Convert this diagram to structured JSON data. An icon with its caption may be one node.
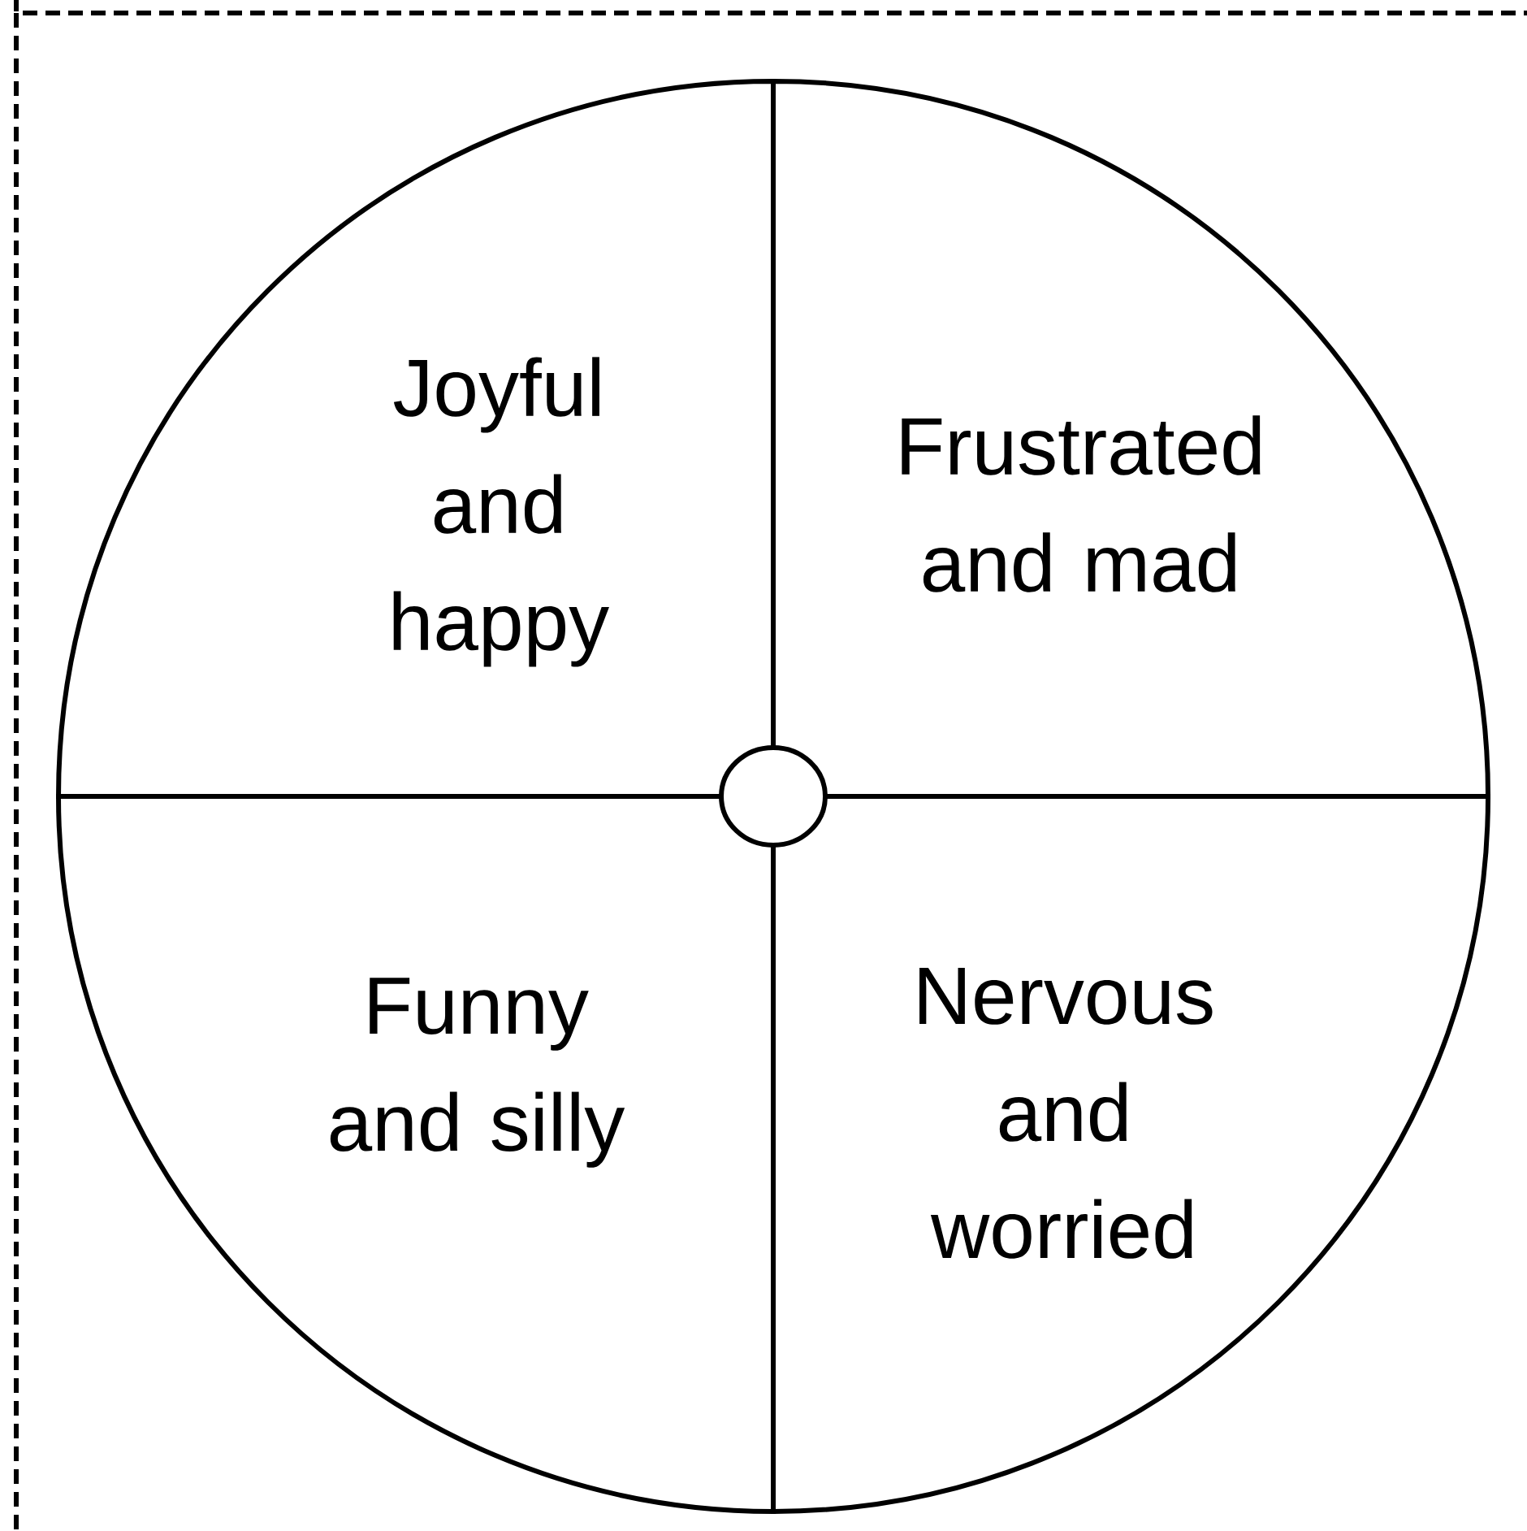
{
  "diagram": {
    "nodes": [
      {
        "text": [
          "Joyful and happy"
        ]
      },
      {
        "text": [
          "Frustrated and mad"
        ]
      },
      {
        "text": [
          "Funny and silly"
        ]
      },
      {
        "text": [
          "Nervous and worried"
        ]
      },
      {
        "text": [],
        "shape": "circle"
      }
    ]
  }
}
